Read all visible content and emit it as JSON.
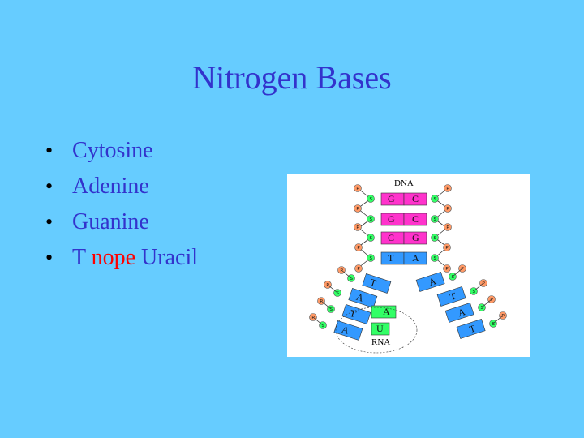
{
  "title": "Nitrogen Bases",
  "bullets": [
    {
      "text": "Cytosine"
    },
    {
      "text": "Adenine"
    },
    {
      "text": "Guanine"
    },
    {
      "pre": "T ",
      "highlight": "nope",
      "post": " Uracil"
    }
  ],
  "bullet_glyph": "•",
  "figure": {
    "dna_label": "DNA",
    "rna_label": "RNA",
    "pairs": [
      {
        "left": "G",
        "right": "C"
      },
      {
        "left": "G",
        "right": "C"
      },
      {
        "left": "C",
        "right": "G"
      },
      {
        "left": "T",
        "right": "A"
      }
    ],
    "left_strand": [
      "T",
      "A",
      "T",
      "A"
    ],
    "right_strand": [
      "A",
      "T",
      "A",
      "T"
    ],
    "rna_pair": {
      "dna": "A",
      "rna": "U"
    },
    "sugar_label": "S",
    "phosphate_label": "P"
  },
  "colors": {
    "background": "#66CCFF",
    "text": "#3333CC",
    "highlight": "#FF0000",
    "pink": "#FF33CC",
    "blue": "#3399FF",
    "green": "#33FF66"
  }
}
